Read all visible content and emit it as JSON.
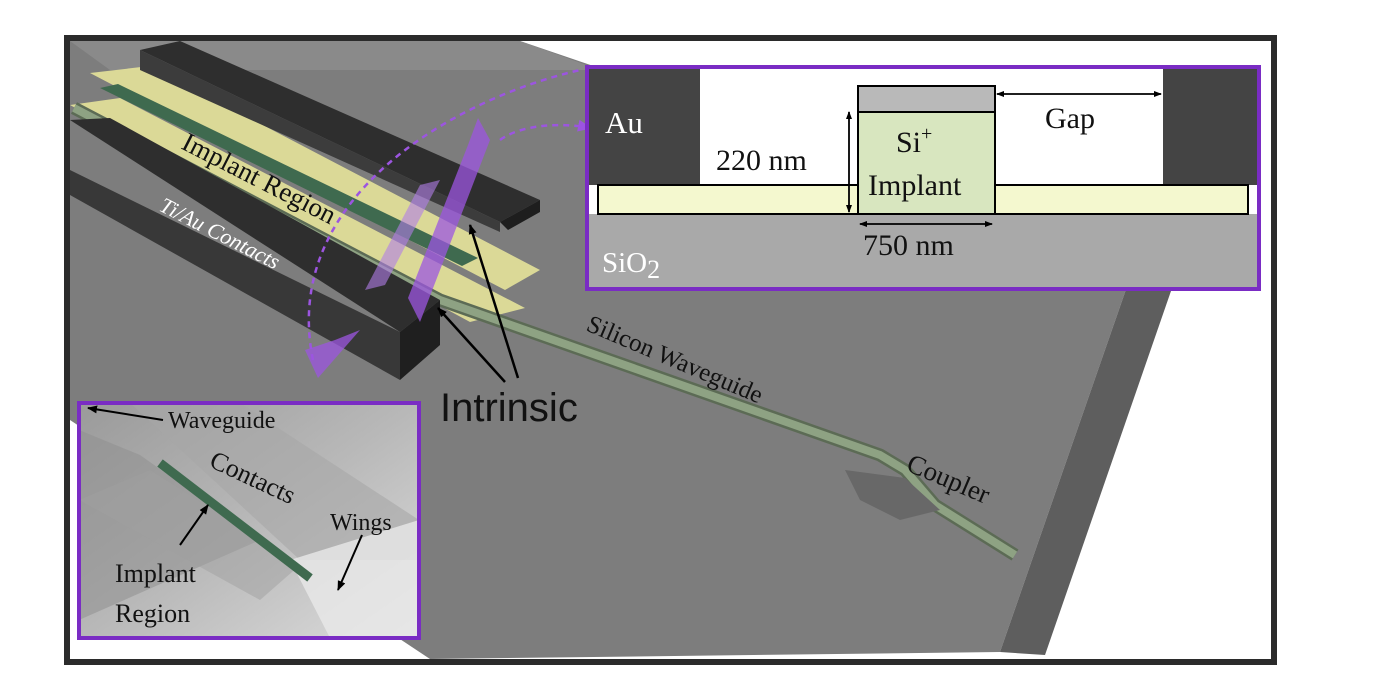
{
  "labels": {
    "implant_region": "Implant Region",
    "contacts": "Ti/Au Contacts",
    "intrinsic": "Intrinsic",
    "silicon_waveguide": "Silicon Waveguide",
    "coupler": "Coupler"
  },
  "cross_section": {
    "au": "Au",
    "gap": "Gap",
    "thickness": "220 nm",
    "implant_line1": "Si",
    "implant_sup": "+",
    "implant_line2": "Implant",
    "width": "750 nm",
    "oxide": "SiO",
    "oxide_sub": "2"
  },
  "sem_inset": {
    "waveguide": "Waveguide",
    "contacts": "Contacts",
    "wings": "Wings",
    "implant_line1": "Implant",
    "implant_line2": "Region"
  },
  "colors": {
    "inset_border": "#7a2cc4",
    "implant": "#d8e6bf",
    "silicon": "#f4f8cf",
    "metal": "#3f3f3f",
    "oxide": "#a9a9a9",
    "substrate": "#7d7d7d",
    "waveguide": "#8ea283",
    "implant_stripe": "#3f6a4f",
    "wing": "#e6e39a",
    "field_arrow": "#9c55e0"
  }
}
